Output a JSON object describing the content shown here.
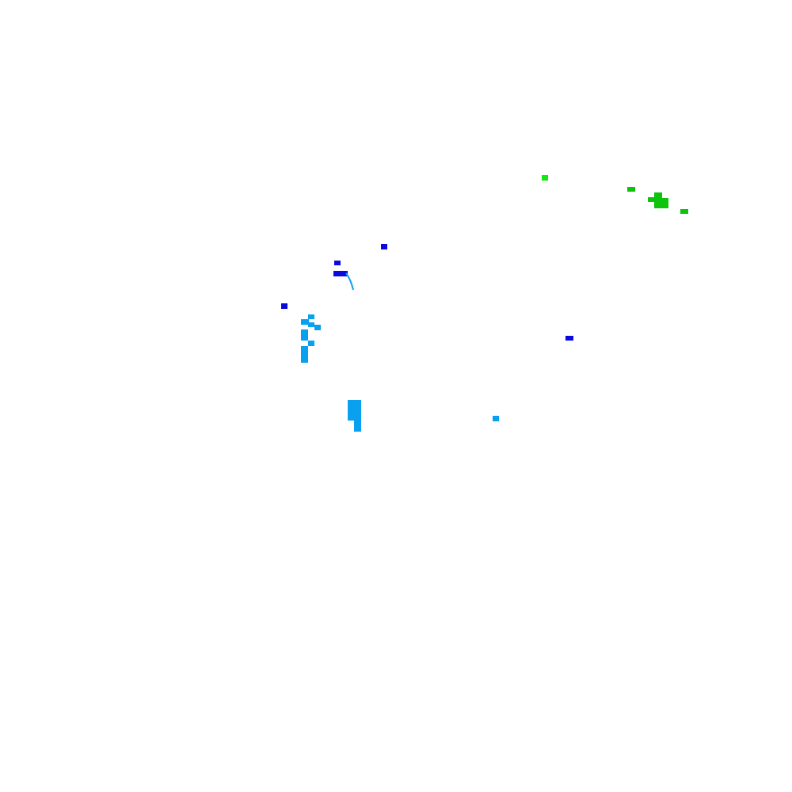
{
  "map": {
    "background": "#ffffff",
    "layers": [
      {
        "name": "green-cluster",
        "cells": [
          {
            "color": "#12e812"
          },
          {
            "color": "#0cc40c"
          },
          {
            "color": "#0cc40c"
          },
          {
            "color": "#0cc40c"
          },
          {
            "color": "#0cc40c"
          },
          {
            "color": "#0cc40c"
          }
        ]
      },
      {
        "name": "blue-cluster",
        "cells": [
          {
            "color": "#0a0ae0"
          },
          {
            "color": "#0a0ae0"
          },
          {
            "color": "#0a0ae0"
          },
          {
            "color": "#0a0ae0"
          },
          {
            "color": "#0a0ae0"
          }
        ]
      },
      {
        "name": "light-blue-cluster",
        "cells": [
          {
            "color": "#0aa0f0"
          },
          {
            "color": "#0aa0f0"
          },
          {
            "color": "#0aa0f0"
          },
          {
            "color": "#0aa0f0"
          },
          {
            "color": "#0aa0f0"
          },
          {
            "color": "#0aa0f0"
          },
          {
            "color": "#0aa0f0"
          },
          {
            "color": "#0aa0f0"
          },
          {
            "color": "#0aa0f0"
          },
          {
            "color": "#0aa0f0"
          }
        ]
      }
    ]
  }
}
